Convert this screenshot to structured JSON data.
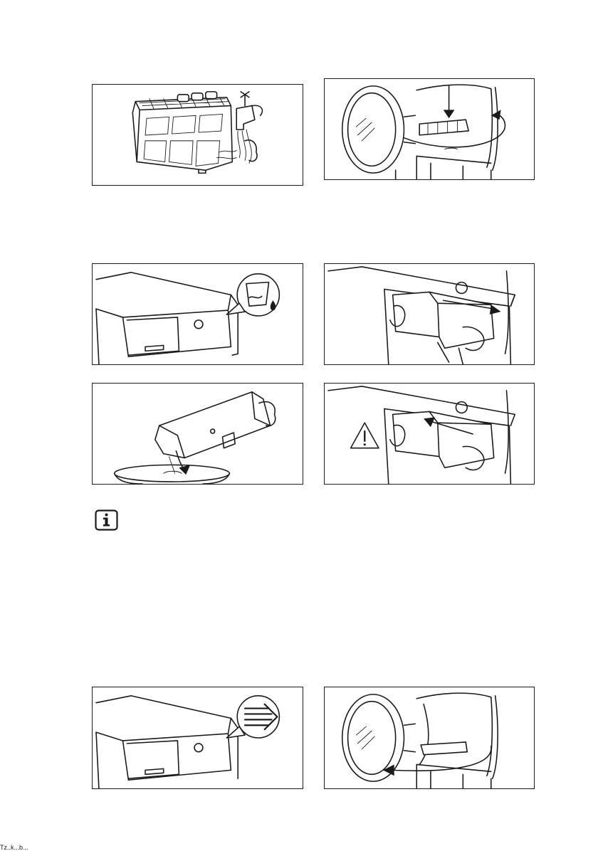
{
  "page": {
    "footer_fragment": "Tz..k...b..."
  },
  "figures": [
    {
      "id": "rinse-filter-under-tap",
      "icon": "tap-water-filter-illustration"
    },
    {
      "id": "insert-filter-close-door",
      "icon": "door-filter-arrow-illustration"
    },
    {
      "id": "water-container-indicator",
      "icon": "water-container-empty-icon"
    },
    {
      "id": "pull-out-water-container",
      "icon": "container-out-arrow-illustration"
    },
    {
      "id": "empty-water-container",
      "icon": "pour-into-bowl-illustration"
    },
    {
      "id": "push-in-water-container",
      "icon": "container-in-arrow-warning-illustration"
    },
    {
      "id": "filter-clean-indicator",
      "icon": "filter-lines-arrow-icon"
    },
    {
      "id": "open-door",
      "icon": "door-open-arrow-illustration"
    }
  ],
  "info_icon": "info-icon"
}
